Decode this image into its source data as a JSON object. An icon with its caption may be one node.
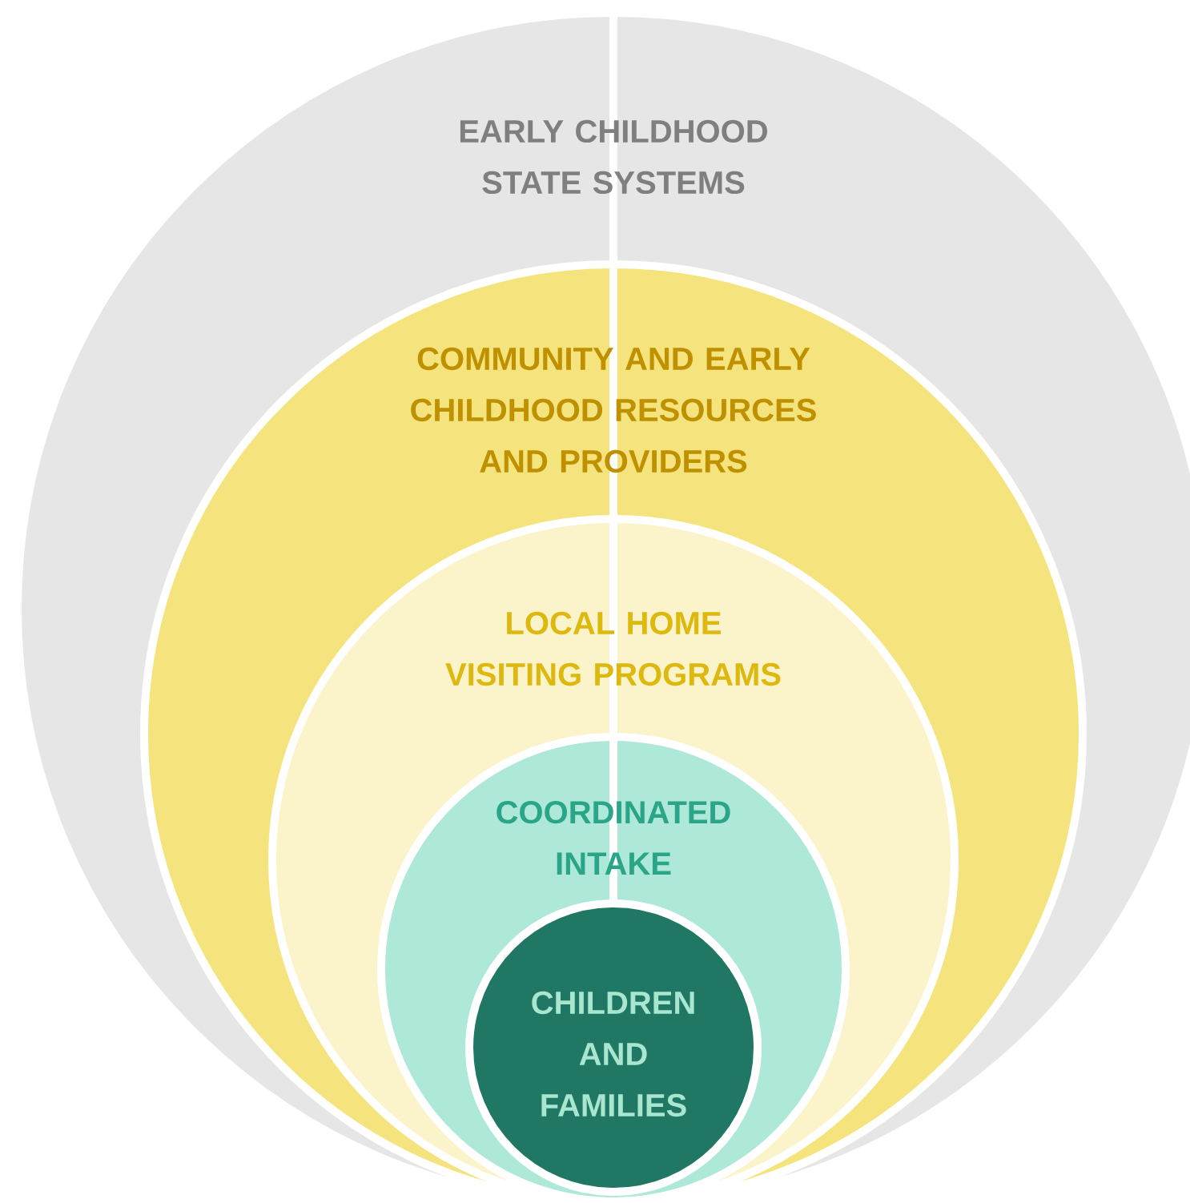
{
  "diagram": {
    "nodes": [
      {
        "text": [
          "EARLY CHILDHOOD STATE SYSTEMS"
        ]
      },
      {
        "text": [
          "COMMUNITY AND EARLY CHILDHOOD RESOURCES AND PROVIDERS"
        ],
        "in": 0
      },
      {
        "text": [
          "LOCAL HOME VISITING PROGRAMS"
        ],
        "in": 1
      },
      {
        "text": [
          "COORDINATED INTAKE"
        ],
        "in": 2
      },
      {
        "text": [
          "CHILDREN AND FAMILIES"
        ],
        "in": 3
      }
    ]
  }
}
